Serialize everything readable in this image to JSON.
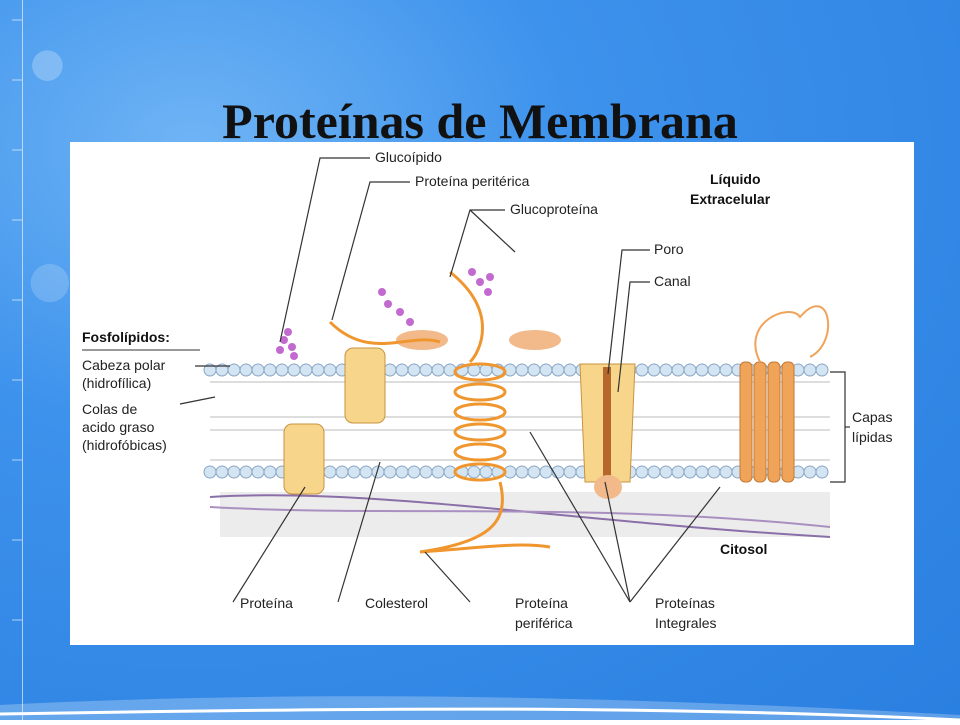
{
  "slide": {
    "title": "Proteínas de Membrana",
    "background_color": "#3d92ec"
  },
  "diagram": {
    "labels": {
      "glucolipido": "Glucoípido",
      "proteina_periterica": "Proteína peritérica",
      "glucoproteina": "Glucoproteína",
      "liquido_l1": "Líquido",
      "liquido_l2": "Extracelular",
      "poro": "Poro",
      "canal": "Canal",
      "fosfolipidos": "Fosfolípidos:",
      "cabeza_l1": "Cabeza polar",
      "cabeza_l2": "(hidrofílica)",
      "colas_l1": "Colas de",
      "colas_l2": "acido graso",
      "colas_l3": "(hidrofóbicas)",
      "capas_l1": "Capas",
      "capas_l2": "lípidas",
      "citosol": "Citosol",
      "proteina": "Proteína",
      "colesterol": "Colesterol",
      "prot_periferica_l1": "Proteína",
      "prot_periferica_l2": "periférica",
      "prot_integrales_l1": "Proteínas",
      "prot_integrales_l2": "Integrales"
    },
    "colors": {
      "protein": "#f5a34a",
      "protein_fill": "#f7d58a",
      "sugar": "#c36ad0",
      "head": "#cfe0f0",
      "line": "#333333"
    }
  }
}
